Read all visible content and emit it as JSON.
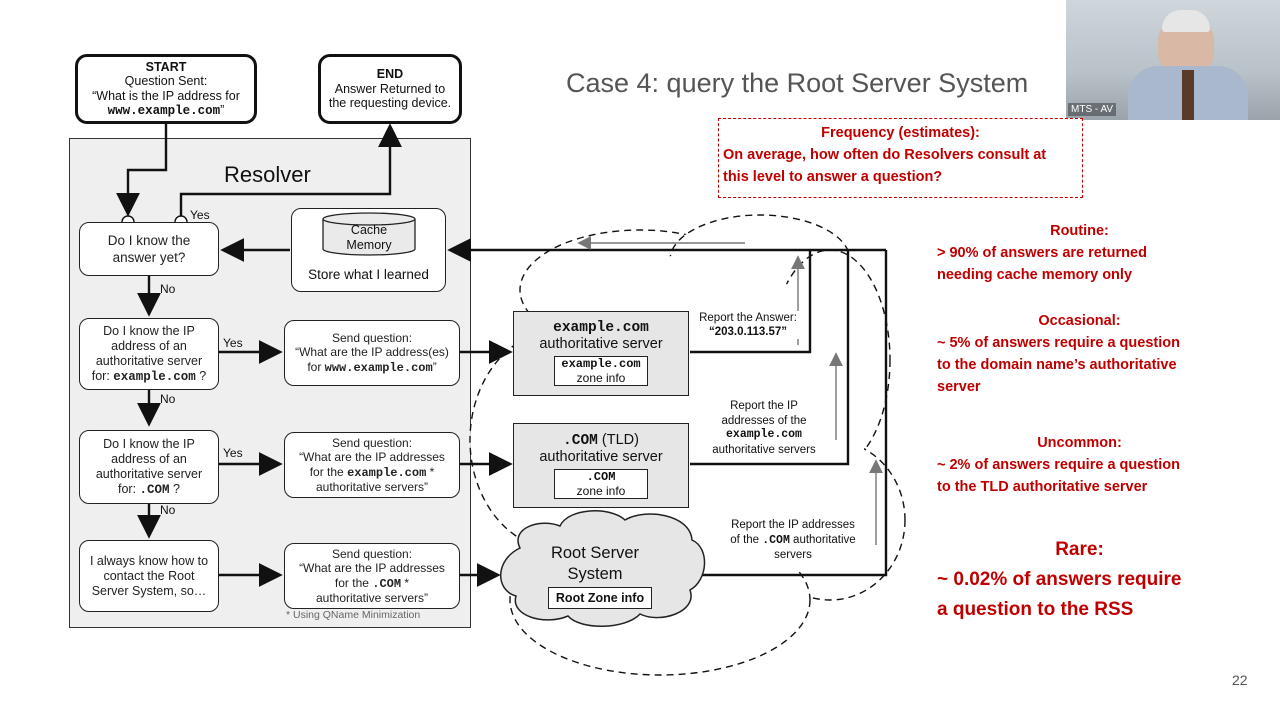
{
  "slide": {
    "title": "Case 4: query the Root Server System",
    "page_number": "22"
  },
  "video": {
    "caption": "MTS - AV"
  },
  "flow": {
    "start": {
      "label": "START",
      "line1": "Question Sent:",
      "line2": "“What is the IP address for",
      "host": "www.example.com",
      "close": "”"
    },
    "end": {
      "label": "END",
      "line1": "Answer Returned to",
      "line2": "the requesting device."
    },
    "resolver_title": "Resolver",
    "cache": {
      "cylinder_line1": "Cache",
      "cylinder_line2": "Memory",
      "caption": "Store what I learned"
    },
    "q1": {
      "line1": "Do I know the",
      "line2": "answer yet?"
    },
    "q2": {
      "line1": "Do I know the IP",
      "line2": "address of an",
      "line3": "authoritative server",
      "prefix": "for: ",
      "domain": "example.com",
      "suffix": " ?"
    },
    "q3": {
      "line1": "Do I know the IP",
      "line2": "address of an",
      "line3": "authoritative server",
      "prefix": "for: ",
      "domain": ".COM",
      "suffix": " ?"
    },
    "q4": {
      "line1": "I always know how to",
      "line2": "contact the Root",
      "line3": "Server System, so…"
    },
    "s1": {
      "line1": "Send question:",
      "line2": "“What are the IP address(es)",
      "prefix": "for ",
      "domain": "www.example.com",
      "suffix": "”"
    },
    "s2": {
      "line1": "Send question:",
      "line2": "“What are the IP addresses",
      "prefix": "for the ",
      "domain": "example.com",
      "suffix": " *",
      "line4": "authoritative servers”"
    },
    "s3": {
      "line1": "Send question:",
      "line2": "“What are the IP addresses",
      "prefix": "for the ",
      "domain": ".COM",
      "suffix": " *",
      "line4": "authoritative servers”"
    },
    "footnote": "* Using QName Minimization",
    "yes": "Yes",
    "no": "No"
  },
  "servers": {
    "example": {
      "domain": "example.com",
      "line2": "authoritative server",
      "zone_domain": "example.com",
      "zone_label": "zone info"
    },
    "tld": {
      "domain": ".COM",
      "suffix": " (TLD)",
      "line2": "authoritative server",
      "zone_domain": ".COM",
      "zone_label": "zone info"
    },
    "root": {
      "line1": "Root Server",
      "line2": "System",
      "zone_label": "Root Zone info"
    }
  },
  "reports": {
    "answer": {
      "line1": "Report the Answer:",
      "value": "“203.0.113.57”"
    },
    "example_ips": {
      "line1": "Report the IP",
      "line2": "addresses of the",
      "domain": "example.com",
      "line4": "authoritative servers"
    },
    "com_ips": {
      "line1": "Report the IP addresses",
      "prefix": "of the ",
      "domain": ".COM",
      "suffix": " authoritative",
      "line3": "servers"
    }
  },
  "frequency": {
    "heading": "Frequency (estimates):",
    "line1": "On average, how often do Resolvers consult at",
    "line2": "this level to answer a question?"
  },
  "stats": {
    "routine": {
      "heading": "Routine:",
      "line1": "> 90% of answers are returned",
      "line2": "needing cache memory only"
    },
    "occasional": {
      "heading": "Occasional:",
      "line1": "~ 5% of answers require a question",
      "line2": "to the domain name’s authoritative",
      "line3": "server"
    },
    "uncommon": {
      "heading": "Uncommon:",
      "line1": "~ 2% of answers require a question",
      "line2": "to the TLD authoritative server"
    },
    "rare": {
      "heading": "Rare:",
      "line1": "~ 0.02% of answers require",
      "line2": "a question to the RSS"
    }
  },
  "colors": {
    "accent_red": "#c00000",
    "title_gray": "#555555",
    "resolver_fill": "#efefef",
    "server_fill": "#e6e6e6"
  }
}
